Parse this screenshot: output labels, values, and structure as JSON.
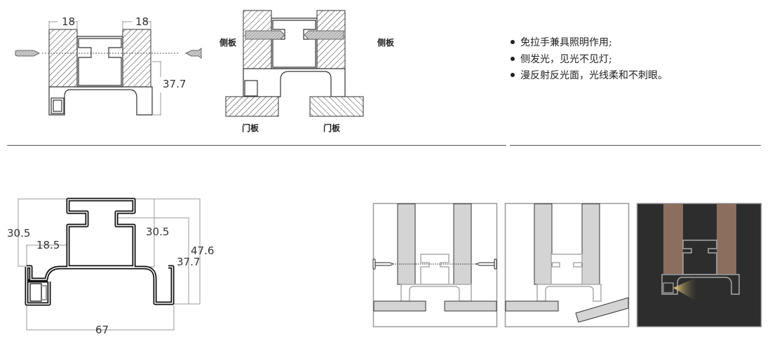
{
  "top_left_diagram": {
    "dim_left_board": "18",
    "dim_right_board": "18",
    "dim_height": "37.7"
  },
  "top_middle_diagram": {
    "label_side_panel_left": "侧板",
    "label_side_panel_right": "侧板",
    "label_door_panel_left": "门板",
    "label_door_panel_right": "门板"
  },
  "features": [
    "免拉手兼具照明作用;",
    "侧发光，见光不见灯;",
    "漫反射反光面，光线柔和不刺眼。"
  ],
  "profile_dimensions": {
    "left_height": "30.5",
    "pocket_width": "18.5",
    "right_height": "30.5",
    "base_height": "37.7",
    "total_height": "47.6",
    "total_width": "67"
  },
  "colors": {
    "line": "#222222",
    "dimension": "#999999",
    "panel_gray": "#d4d4d4",
    "dark_bg": "#2d2d2d",
    "wood": "#8c6e5e",
    "light": "#e8c56a"
  }
}
